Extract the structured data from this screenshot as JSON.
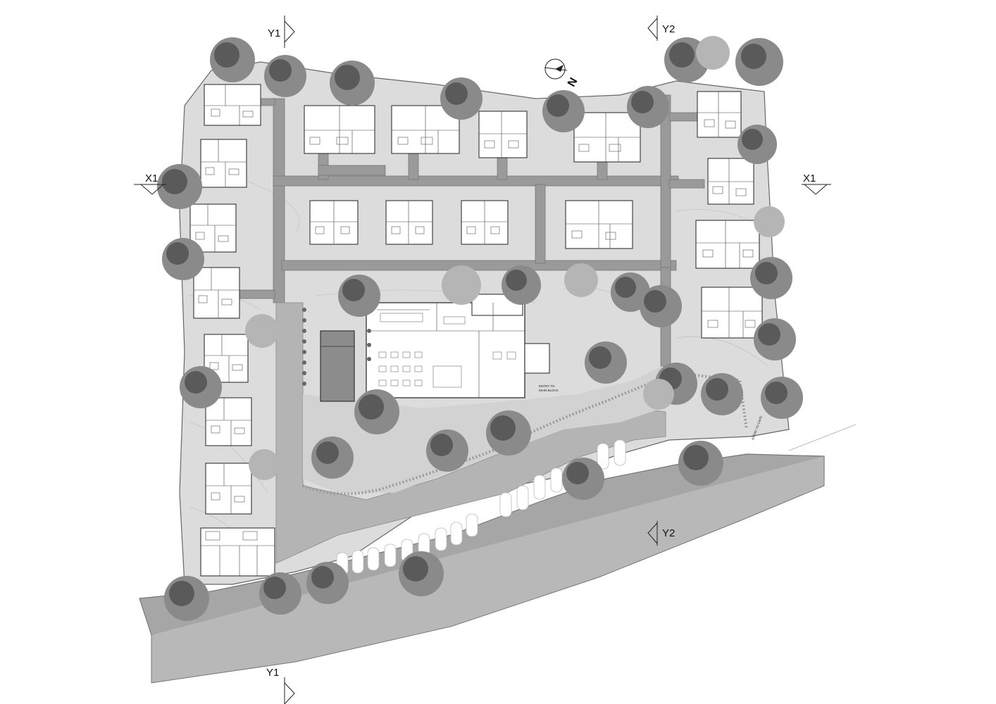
{
  "sections": {
    "y1_top": "Y1",
    "y1_bottom": "Y1",
    "y2_top": "Y2",
    "y2_mid": "Y2",
    "x1_left": "X1",
    "x1_right": "X1"
  },
  "north_label": "N",
  "notes": {
    "main_entry_line1": "ENTRY TO",
    "main_entry_line2": "MAIN BLOCK",
    "cafe_entry": "ENTRY TO CAFE"
  },
  "colors": {
    "site_fill": "#dcdcdc",
    "road_fill": "#a6a6a6",
    "road_edge": "#8a8a8a",
    "path_fill": "#9a9a9a",
    "building_fill": "#ffffff",
    "tree_dark": "#5a5a5a",
    "tree_mid": "#8a8a8a",
    "tree_light": "#b5b5b5",
    "parking_fill": "#ffffff"
  }
}
